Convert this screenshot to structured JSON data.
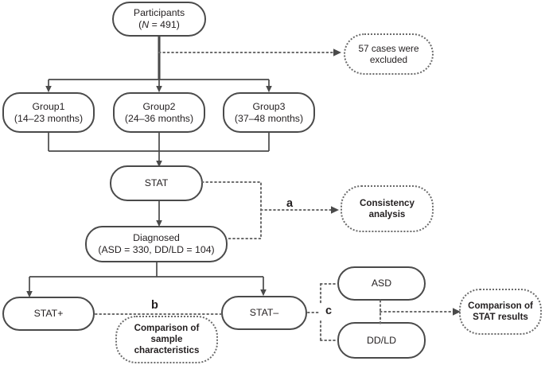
{
  "figure": {
    "type": "flowchart",
    "title": "STAT study participant flow diagram",
    "colors": {
      "solid_border": "#4a4a4a",
      "dotted_border": "#6b6b6b",
      "text": "#231f20",
      "background": "#ffffff"
    }
  },
  "nodes": {
    "participants": {
      "line1": "Participants",
      "line2_pre": "(",
      "line2_italic": "N",
      "line2_post": " = 491)"
    },
    "excluded": {
      "line1": "57 cases were",
      "line2": "excluded"
    },
    "group1": {
      "line1": "Group1",
      "line2": "(14–23 months)"
    },
    "group2": {
      "line1": "Group2",
      "line2": "(24–36 months)"
    },
    "group3": {
      "line1": "Group3",
      "line2": "(37–48 months)"
    },
    "stat": {
      "line1": "STAT"
    },
    "diagnosed": {
      "line1": "Diagnosed",
      "line2": "(ASD = 330, DD/LD = 104)"
    },
    "consistency": {
      "line1": "Consistency",
      "line2": "analysis"
    },
    "stat_plus": {
      "line1": "STAT+"
    },
    "stat_minus": {
      "line1": "STAT–"
    },
    "comparison_sample": {
      "line1": "Comparison of",
      "line2": "sample",
      "line3": "characteristics"
    },
    "asd": {
      "line1": "ASD"
    },
    "ddld": {
      "line1": "DD/LD"
    },
    "comparison_results": {
      "line1": "Comparison of",
      "line2": "STAT results"
    }
  },
  "labels": {
    "a": "a",
    "b": "b",
    "c": "c"
  }
}
